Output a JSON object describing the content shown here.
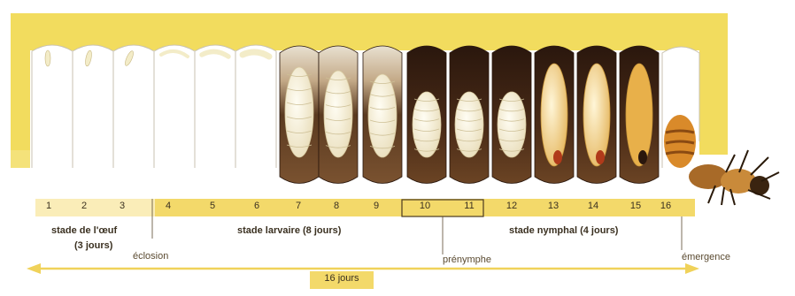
{
  "timeline": {
    "days": [
      "1",
      "2",
      "3",
      "4",
      "5",
      "6",
      "7",
      "8",
      "9",
      "10",
      "11",
      "12",
      "13",
      "14",
      "15",
      "16"
    ]
  },
  "stages": {
    "egg_line1": "stade de l'œuf",
    "egg_line2": "(3 jours)",
    "larva": "stade larvaire (8 jours)",
    "pupa": "stade nymphal (4 jours)"
  },
  "events": {
    "hatching": "éclosion",
    "prepupa": "prénymphe",
    "emergence": "émergence"
  },
  "duration": {
    "label": "16 jours"
  },
  "colors": {
    "wax": "#f2dc5e",
    "band_light": "#faedb8",
    "band_dark": "#f3d96a",
    "cell_dark": "#4a2b17",
    "larva": "#fbf6e4",
    "pupa_ripe": "#e9b85c",
    "arrow": "#f0d25a"
  }
}
